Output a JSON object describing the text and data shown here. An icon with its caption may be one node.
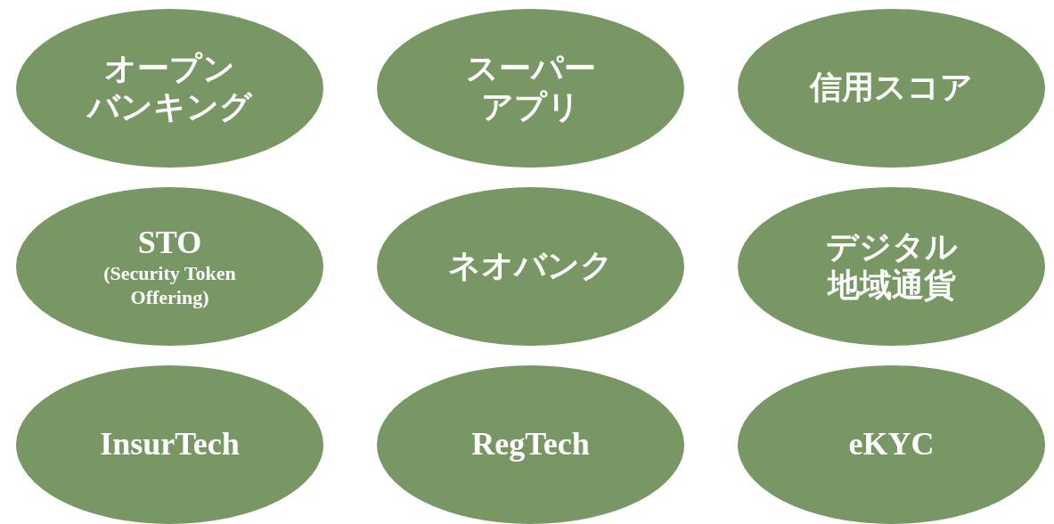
{
  "diagram": {
    "nodes": [
      {
        "text": [
          "オープンバンキング"
        ]
      },
      {
        "text": [
          "スーパーアプリ"
        ]
      },
      {
        "text": [
          "信用スコア"
        ]
      },
      {
        "text": [
          "STO",
          "(Security Token Offering)"
        ]
      },
      {
        "text": [
          "ネオバンク"
        ]
      },
      {
        "text": [
          "デジタル地域通貨"
        ]
      },
      {
        "text": [
          "InsurTech"
        ]
      },
      {
        "text": [
          "RegTech"
        ]
      },
      {
        "text": [
          "eKYC"
        ]
      }
    ]
  }
}
